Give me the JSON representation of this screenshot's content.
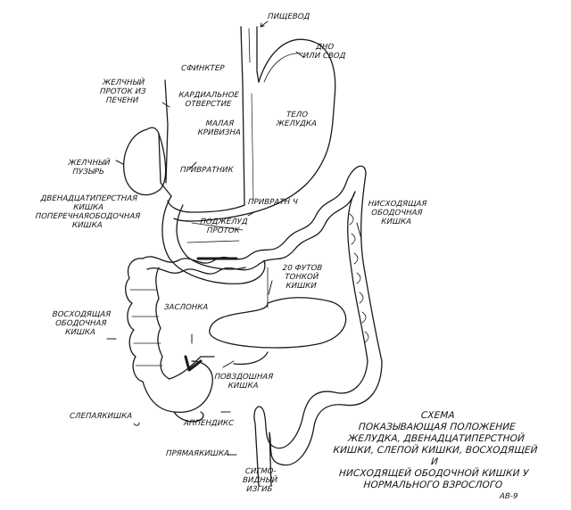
{
  "labels": {
    "esophagus": "ПИЩЕВОД",
    "fundus": "ДНО\nИЛИ СВОД",
    "sphincter": "СФИНКТЕР",
    "bile_duct_liver": "ЖЕЛЧНЫЙ\nПРОТОК ИЗ\nПЕЧЕНИ",
    "cardiac_opening": "КАРДИАЛЬНОЕ\nОТВЕРСТИЕ",
    "stomach_body": "ТЕЛО\nЖЕЛУДКА",
    "lesser_curvature": "МАЛАЯ\nКРИВИЗНА",
    "gallbladder": "ЖЕЛЧНЫЙ\nПУЗЫРЬ",
    "pylorus": "ПРИВРАТНИК",
    "pyloric_sphincter": "ПРИВРАТН Ч",
    "duodenum_transverse": "ДВЕНАДЦАТИПЕРСТНАЯ\nКИШКА\nПОПЕРЕЧНАЯОБОДОЧНАЯ\nКИШКА",
    "pancreatic_duct": "ПОДЖЕЛУД\nПРОТОК",
    "descending_colon": "НИСХОДЯЩАЯ\nОБОДОЧНАЯ\nКИШКА",
    "small_intestine": "20 ФУТОВ\nТОНКОЙ\nКИШКИ",
    "valve": "ЗАСЛОНКА",
    "ascending_colon": "ВОСХОДЯЩАЯ\nОБОДОЧНАЯ\nКИШКА",
    "ileum": "ПОВЗДОШНАЯ\nКИШКА",
    "cecum": "СЛЕПАЯКИШКА",
    "appendix": "АППЕНДИКС",
    "rectum": "ПРЯМАЯКИШКА",
    "sigmoid": "СИГМО-\nВИДНЫЙ\nИЗГИБ",
    "caption": "СХЕМА\nПОКАЗЫВАЮЩАЯ ПОЛОЖЕНИЕ\nЖЕЛУДКА, ДВЕНАДЦАТИПЕРСТНОЙ\nКИШКИ, СЛЕПОЙ КИШКИ, ВОСХОДЯЩЕЙ И\nНИСХОДЯЩЕЙ ОБОДОЧНОЙ КИШКИ У\nНОРМАЛЬНОГО ВЗРОСЛОГО",
    "signature": "АВ-9"
  },
  "colors": {
    "ink": "#1a1a1a",
    "paper": "#ffffff"
  }
}
